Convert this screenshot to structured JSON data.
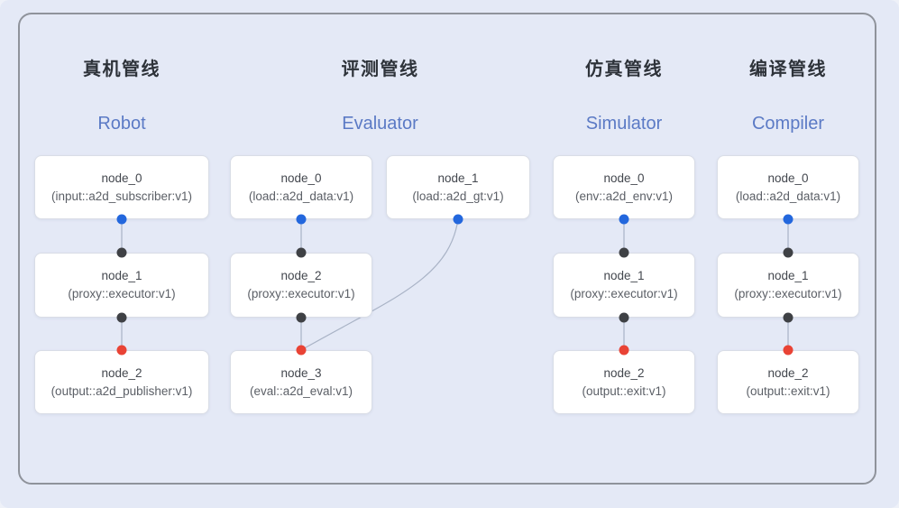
{
  "colors": {
    "bg": "#e4e9f6",
    "dash": "#8f939b",
    "title": "#2e333a",
    "accent": "#5b7ac5",
    "edge": "#a9b3c6",
    "port-blue": "#2367dd",
    "port-dark": "#3f4145",
    "port-red": "#e94335"
  },
  "pipelines": [
    {
      "title_zh": "真机管线",
      "title_en": "Robot",
      "nodes": [
        {
          "name": "node_0",
          "impl": "(input::a2d_subscriber:v1)"
        },
        {
          "name": "node_1",
          "impl": "(proxy::executor:v1)"
        },
        {
          "name": "node_2",
          "impl": "(output::a2d_publisher:v1)"
        }
      ]
    },
    {
      "title_zh": "评测管线",
      "title_en": "Evaluator",
      "nodes": [
        {
          "name": "node_0",
          "impl": "(load::a2d_data:v1)"
        },
        {
          "name": "node_1",
          "impl": "(load::a2d_gt:v1)"
        },
        {
          "name": "node_2",
          "impl": "(proxy::executor:v1)"
        },
        {
          "name": "node_3",
          "impl": "(eval::a2d_eval:v1)"
        }
      ]
    },
    {
      "title_zh": "仿真管线",
      "title_en": "Simulator",
      "nodes": [
        {
          "name": "node_0",
          "impl": "(env::a2d_env:v1)"
        },
        {
          "name": "node_1",
          "impl": "(proxy::executor:v1)"
        },
        {
          "name": "node_2",
          "impl": "(output::exit:v1)"
        }
      ]
    },
    {
      "title_zh": "编译管线",
      "title_en": "Compiler",
      "nodes": [
        {
          "name": "node_0",
          "impl": "(load::a2d_data:v1)"
        },
        {
          "name": "node_1",
          "impl": "(proxy::executor:v1)"
        },
        {
          "name": "node_2",
          "impl": "(output::exit:v1)"
        }
      ]
    }
  ]
}
